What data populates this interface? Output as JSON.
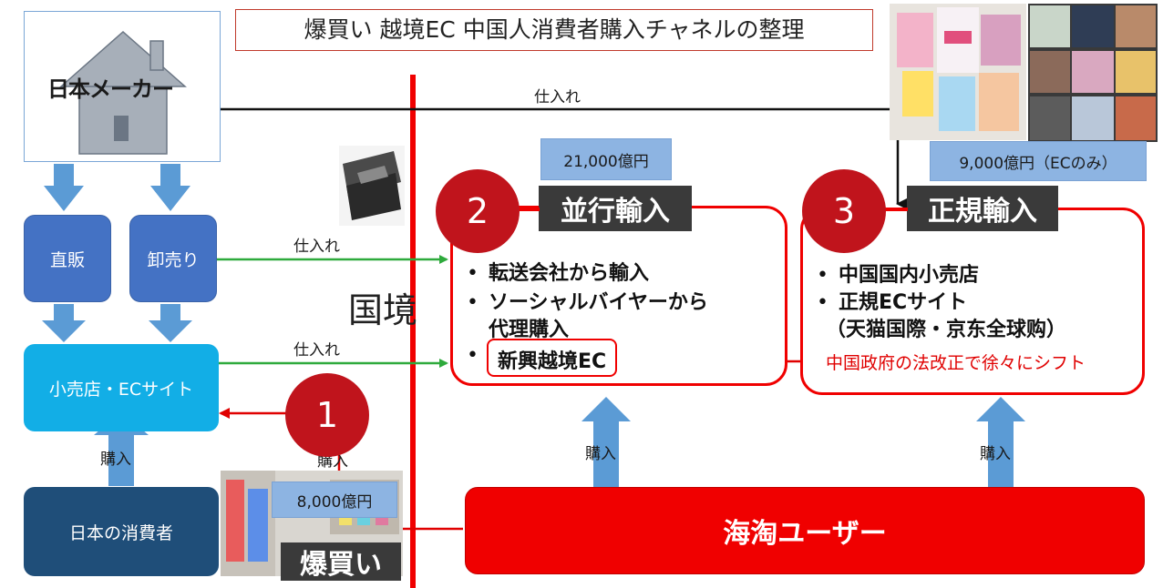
{
  "title": "爆買い 越境EC 中国人消費者購入チャネルの整理",
  "maker": {
    "label": "日本メーカー"
  },
  "direct_sales": "直販",
  "wholesale": "卸売り",
  "retail": "小売店・ECサイト",
  "jp_consumer": "日本の消費者",
  "haitao": "海淘ユーザー",
  "border_label": "国境",
  "edge_labels": {
    "stock_top": "仕入れ",
    "stock_wholesale": "仕入れ",
    "stock_retail": "仕入れ",
    "purchase_jp": "購入",
    "purchase_1": "購入",
    "purchase_2": "購入",
    "purchase_3": "購入"
  },
  "channels": [
    {
      "number": "1",
      "label": "爆買い",
      "amount": "8,000億円"
    },
    {
      "number": "2",
      "label": "並行輸入",
      "amount": "21,000億円",
      "items": [
        "転送会社から輸入",
        "ソーシャルバイヤーから",
        "代理購入",
        "新興越境EC"
      ]
    },
    {
      "number": "3",
      "label": "正規輸入",
      "amount": "9,000億円（ECのみ）",
      "items": [
        "中国国内小売店",
        "正規ECサイト",
        "（天猫国際・京东全球购）"
      ]
    }
  ],
  "shift_note": "中国政府の法改正で徐々にシフト",
  "colors": {
    "blue_button": "#4472c4",
    "cyan_box": "#12aee6",
    "navy_box": "#1f4e79",
    "red": "#f00000",
    "circle_red": "#c0141c",
    "green_arrow": "#2eaa3c",
    "blue_arrow": "#5b9bd5"
  },
  "icons": [
    "house-icon",
    "photo-products",
    "photo-store",
    "photo-bags"
  ]
}
